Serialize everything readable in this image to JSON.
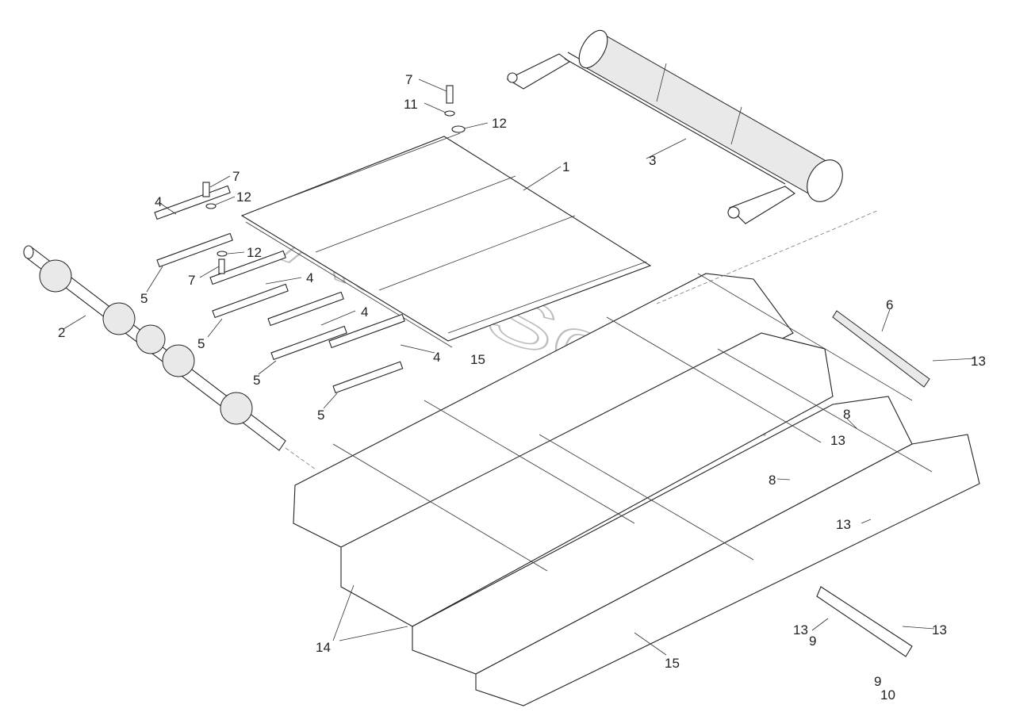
{
  "watermark": "AutoSoft.ru",
  "callouts": [
    {
      "id": "c7a",
      "text": "7"
    },
    {
      "id": "c11",
      "text": "11"
    },
    {
      "id": "c12a",
      "text": "12"
    },
    {
      "id": "c3",
      "text": "3"
    },
    {
      "id": "c1",
      "text": "1"
    },
    {
      "id": "c7b",
      "text": "7"
    },
    {
      "id": "c12b",
      "text": "12"
    },
    {
      "id": "c4a",
      "text": "4"
    },
    {
      "id": "c12c",
      "text": "12"
    },
    {
      "id": "c7c",
      "text": "7"
    },
    {
      "id": "c4b",
      "text": "4"
    },
    {
      "id": "c5a",
      "text": "5"
    },
    {
      "id": "c4c",
      "text": "4"
    },
    {
      "id": "c2",
      "text": "2"
    },
    {
      "id": "c5b",
      "text": "5"
    },
    {
      "id": "c4d",
      "text": "4"
    },
    {
      "id": "c15a",
      "text": "15"
    },
    {
      "id": "c5c",
      "text": "5"
    },
    {
      "id": "c5d",
      "text": "5"
    },
    {
      "id": "c6",
      "text": "6"
    },
    {
      "id": "c13a",
      "text": "13"
    },
    {
      "id": "c8a",
      "text": "8"
    },
    {
      "id": "c13b",
      "text": "13"
    },
    {
      "id": "c8b",
      "text": "8"
    },
    {
      "id": "c13c",
      "text": "13"
    },
    {
      "id": "c14",
      "text": "14"
    },
    {
      "id": "c15b",
      "text": "15"
    },
    {
      "id": "c13d",
      "text": "13"
    },
    {
      "id": "c9a",
      "text": "9"
    },
    {
      "id": "c13e",
      "text": "13"
    },
    {
      "id": "c9b",
      "text": "9"
    },
    {
      "id": "c10",
      "text": "10"
    }
  ]
}
